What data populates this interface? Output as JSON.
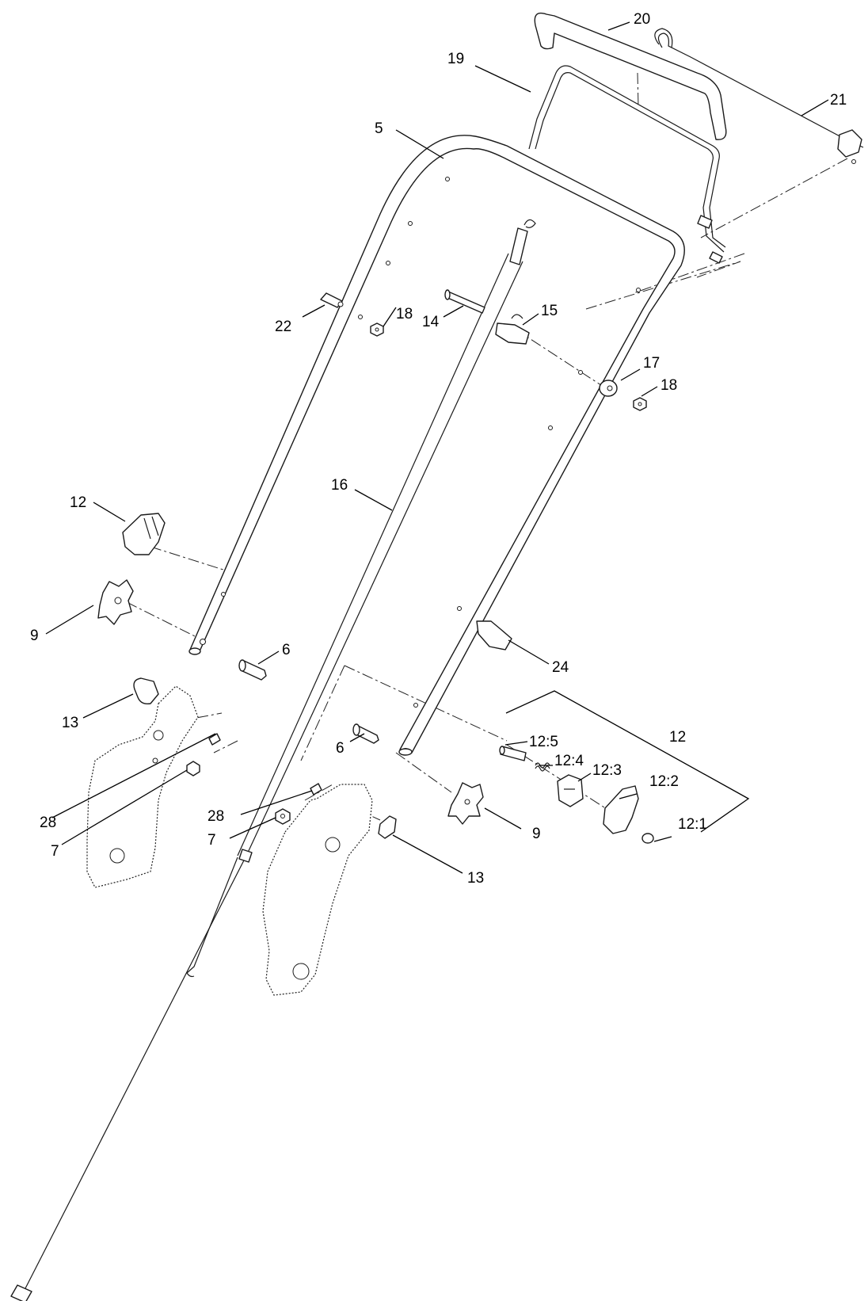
{
  "callouts": {
    "c20": "20",
    "c19": "19",
    "c21": "21",
    "c5": "5",
    "c22": "22",
    "c18a": "18",
    "c14": "14",
    "c15": "15",
    "c17": "17",
    "c18b": "18",
    "c16": "16",
    "c12a": "12",
    "c9a": "9",
    "c6a": "6",
    "c24": "24",
    "c13a": "13",
    "c12b": "12",
    "c6b": "6",
    "c12_5": "12:5",
    "c12_4": "12:4",
    "c12_3": "12:3",
    "c12_2": "12:2",
    "c28a": "28",
    "c7a": "7",
    "c28b": "28",
    "c7b": "7",
    "c9b": "9",
    "c12_1": "12:1",
    "c13b": "13"
  }
}
